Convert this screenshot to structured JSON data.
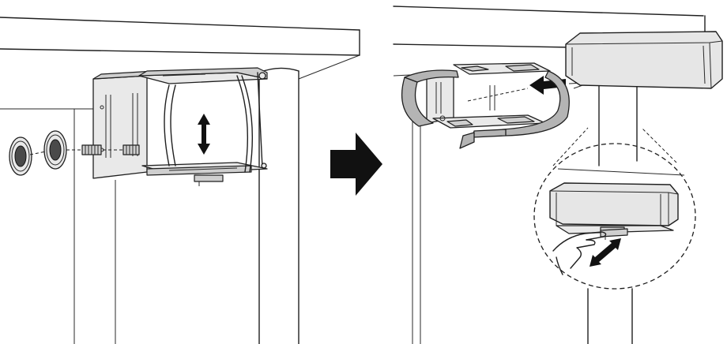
{
  "figure": {
    "panels": [
      {
        "name": "step-attach-bracket-to-wall"
      },
      {
        "name": "step-mount-device-and-strap"
      }
    ],
    "colors": {
      "line": "#1f1f1f",
      "metal": "#e9e9e9",
      "strap": "#b4b4b4",
      "arrow": "#111111",
      "background": "#ffffff"
    },
    "icons": [
      "wall-anchor-icon",
      "double-arrow-icon",
      "step-arrow-icon",
      "pointing-hand-icon",
      "detail-magnifier-circle"
    ]
  }
}
